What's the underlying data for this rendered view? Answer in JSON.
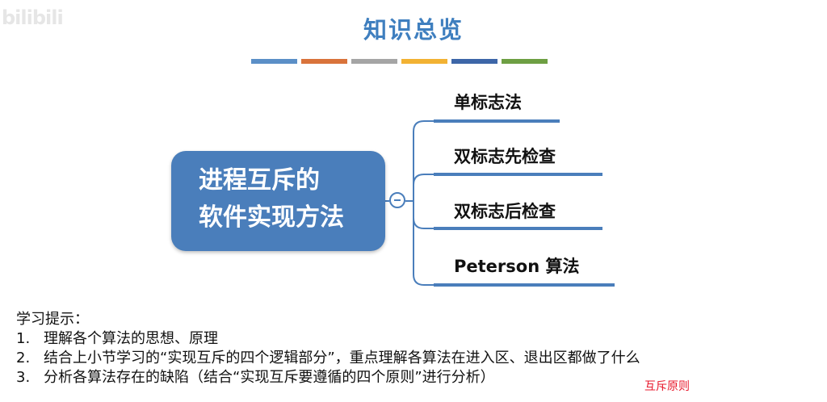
{
  "watermark": "bilibili",
  "title": "知识总览",
  "color_bars": [
    "#5b8fc7",
    "#d9733b",
    "#a5a5a5",
    "#f2b233",
    "#3d66a8",
    "#6e9f43"
  ],
  "root": {
    "line1": "进程互斥的",
    "line2": "软件实现方法"
  },
  "branches": [
    {
      "label": "单标志法"
    },
    {
      "label": "双标志先检查"
    },
    {
      "label": "双标志后检查"
    },
    {
      "label": "Peterson 算法"
    }
  ],
  "hints": {
    "heading": "学习提示：",
    "items": [
      {
        "num": "1.",
        "text": "理解各个算法的思想、原理"
      },
      {
        "num": "2.",
        "text": "结合上小节学习的“实现互斥的四个逻辑部分”，重点理解各算法在进入区、退出区都做了什么"
      },
      {
        "num": "3.",
        "text": "分析各算法存在的缺陷（结合“实现互斥要遵循的四个原则”进行分析）"
      }
    ]
  },
  "annotation": "互斥原则"
}
